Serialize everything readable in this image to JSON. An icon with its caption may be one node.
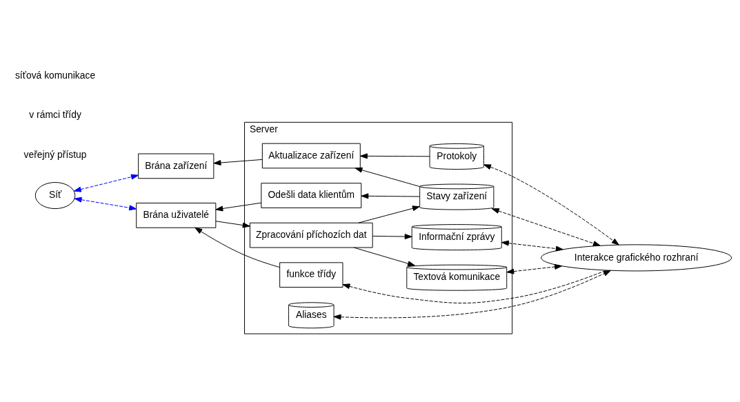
{
  "diagram": {
    "nodes": [
      {
        "text": [
          "Server"
        ]
      },
      {
        "text": [
          "Brána uživatelé"
        ]
      },
      {
        "text": [
          "Brána zařízení"
        ]
      },
      {
        "text": [
          "Síť"
        ]
      },
      {
        "text": [
          "funkce třídy"
        ],
        "in": 0
      },
      {
        "text": [
          "Odešli data klientům"
        ],
        "in": 0
      },
      {
        "text": [
          "Interakce grafického rozhraní"
        ]
      },
      {
        "text": [
          "Zpracování příchozích dat"
        ],
        "in": 0
      },
      {
        "text": [
          "Aliases"
        ],
        "in": 0
      },
      {
        "text": [
          "Textová komunikace"
        ],
        "in": 0
      },
      {
        "text": [
          "Informační zprávy"
        ],
        "in": 0
      },
      {
        "text": [
          "Stavy zařízení"
        ],
        "in": 0
      },
      {
        "text": [
          "Protokoly"
        ],
        "in": 0
      },
      {
        "text": [
          "Aktualizace zařízení"
        ],
        "in": 0
      }
    ],
    "edges": [
      {
        "from": 3,
        "to": 1,
        "arrow": "both",
        "style": "dashed",
        "color": "#0000ff"
      },
      {
        "from": 3,
        "to": 2,
        "arrow": "both",
        "style": "dashed",
        "color": "#0000ff"
      },
      {
        "from": 4,
        "to": 1,
        "arrow": "to"
      },
      {
        "from": 5,
        "to": 1,
        "arrow": "to"
      },
      {
        "from": 1,
        "to": 7,
        "arrow": "to"
      },
      {
        "from": 6,
        "to": 4,
        "arrow": "to",
        "style": "dashed"
      },
      {
        "from": 11,
        "to": 5,
        "arrow": "to"
      },
      {
        "from": 7,
        "to": 9,
        "arrow": "to"
      },
      {
        "from": 7,
        "to": 10,
        "arrow": "to"
      },
      {
        "from": 7,
        "to": 11,
        "arrow": "to"
      },
      {
        "from": 6,
        "to": 8,
        "arrow": "both",
        "style": "dashed"
      },
      {
        "from": 6,
        "to": 9,
        "arrow": "both",
        "style": "dashed"
      },
      {
        "from": 6,
        "to": 10,
        "arrow": "both",
        "style": "dashed"
      },
      {
        "from": 6,
        "to": 11,
        "arrow": "both",
        "style": "dashed"
      },
      {
        "from": 6,
        "to": 12,
        "arrow": "both",
        "style": "dashed"
      },
      {
        "from": 11,
        "to": 13,
        "arrow": "to"
      },
      {
        "from": 12,
        "to": 13,
        "arrow": "to"
      },
      {
        "from": 13,
        "to": 2,
        "arrow": "to"
      }
    ],
    "legend": [
      {
        "text": "síťová komunikace"
      },
      {
        "text": "v rámci třídy"
      },
      {
        "text": "veřejný přístup"
      }
    ]
  }
}
